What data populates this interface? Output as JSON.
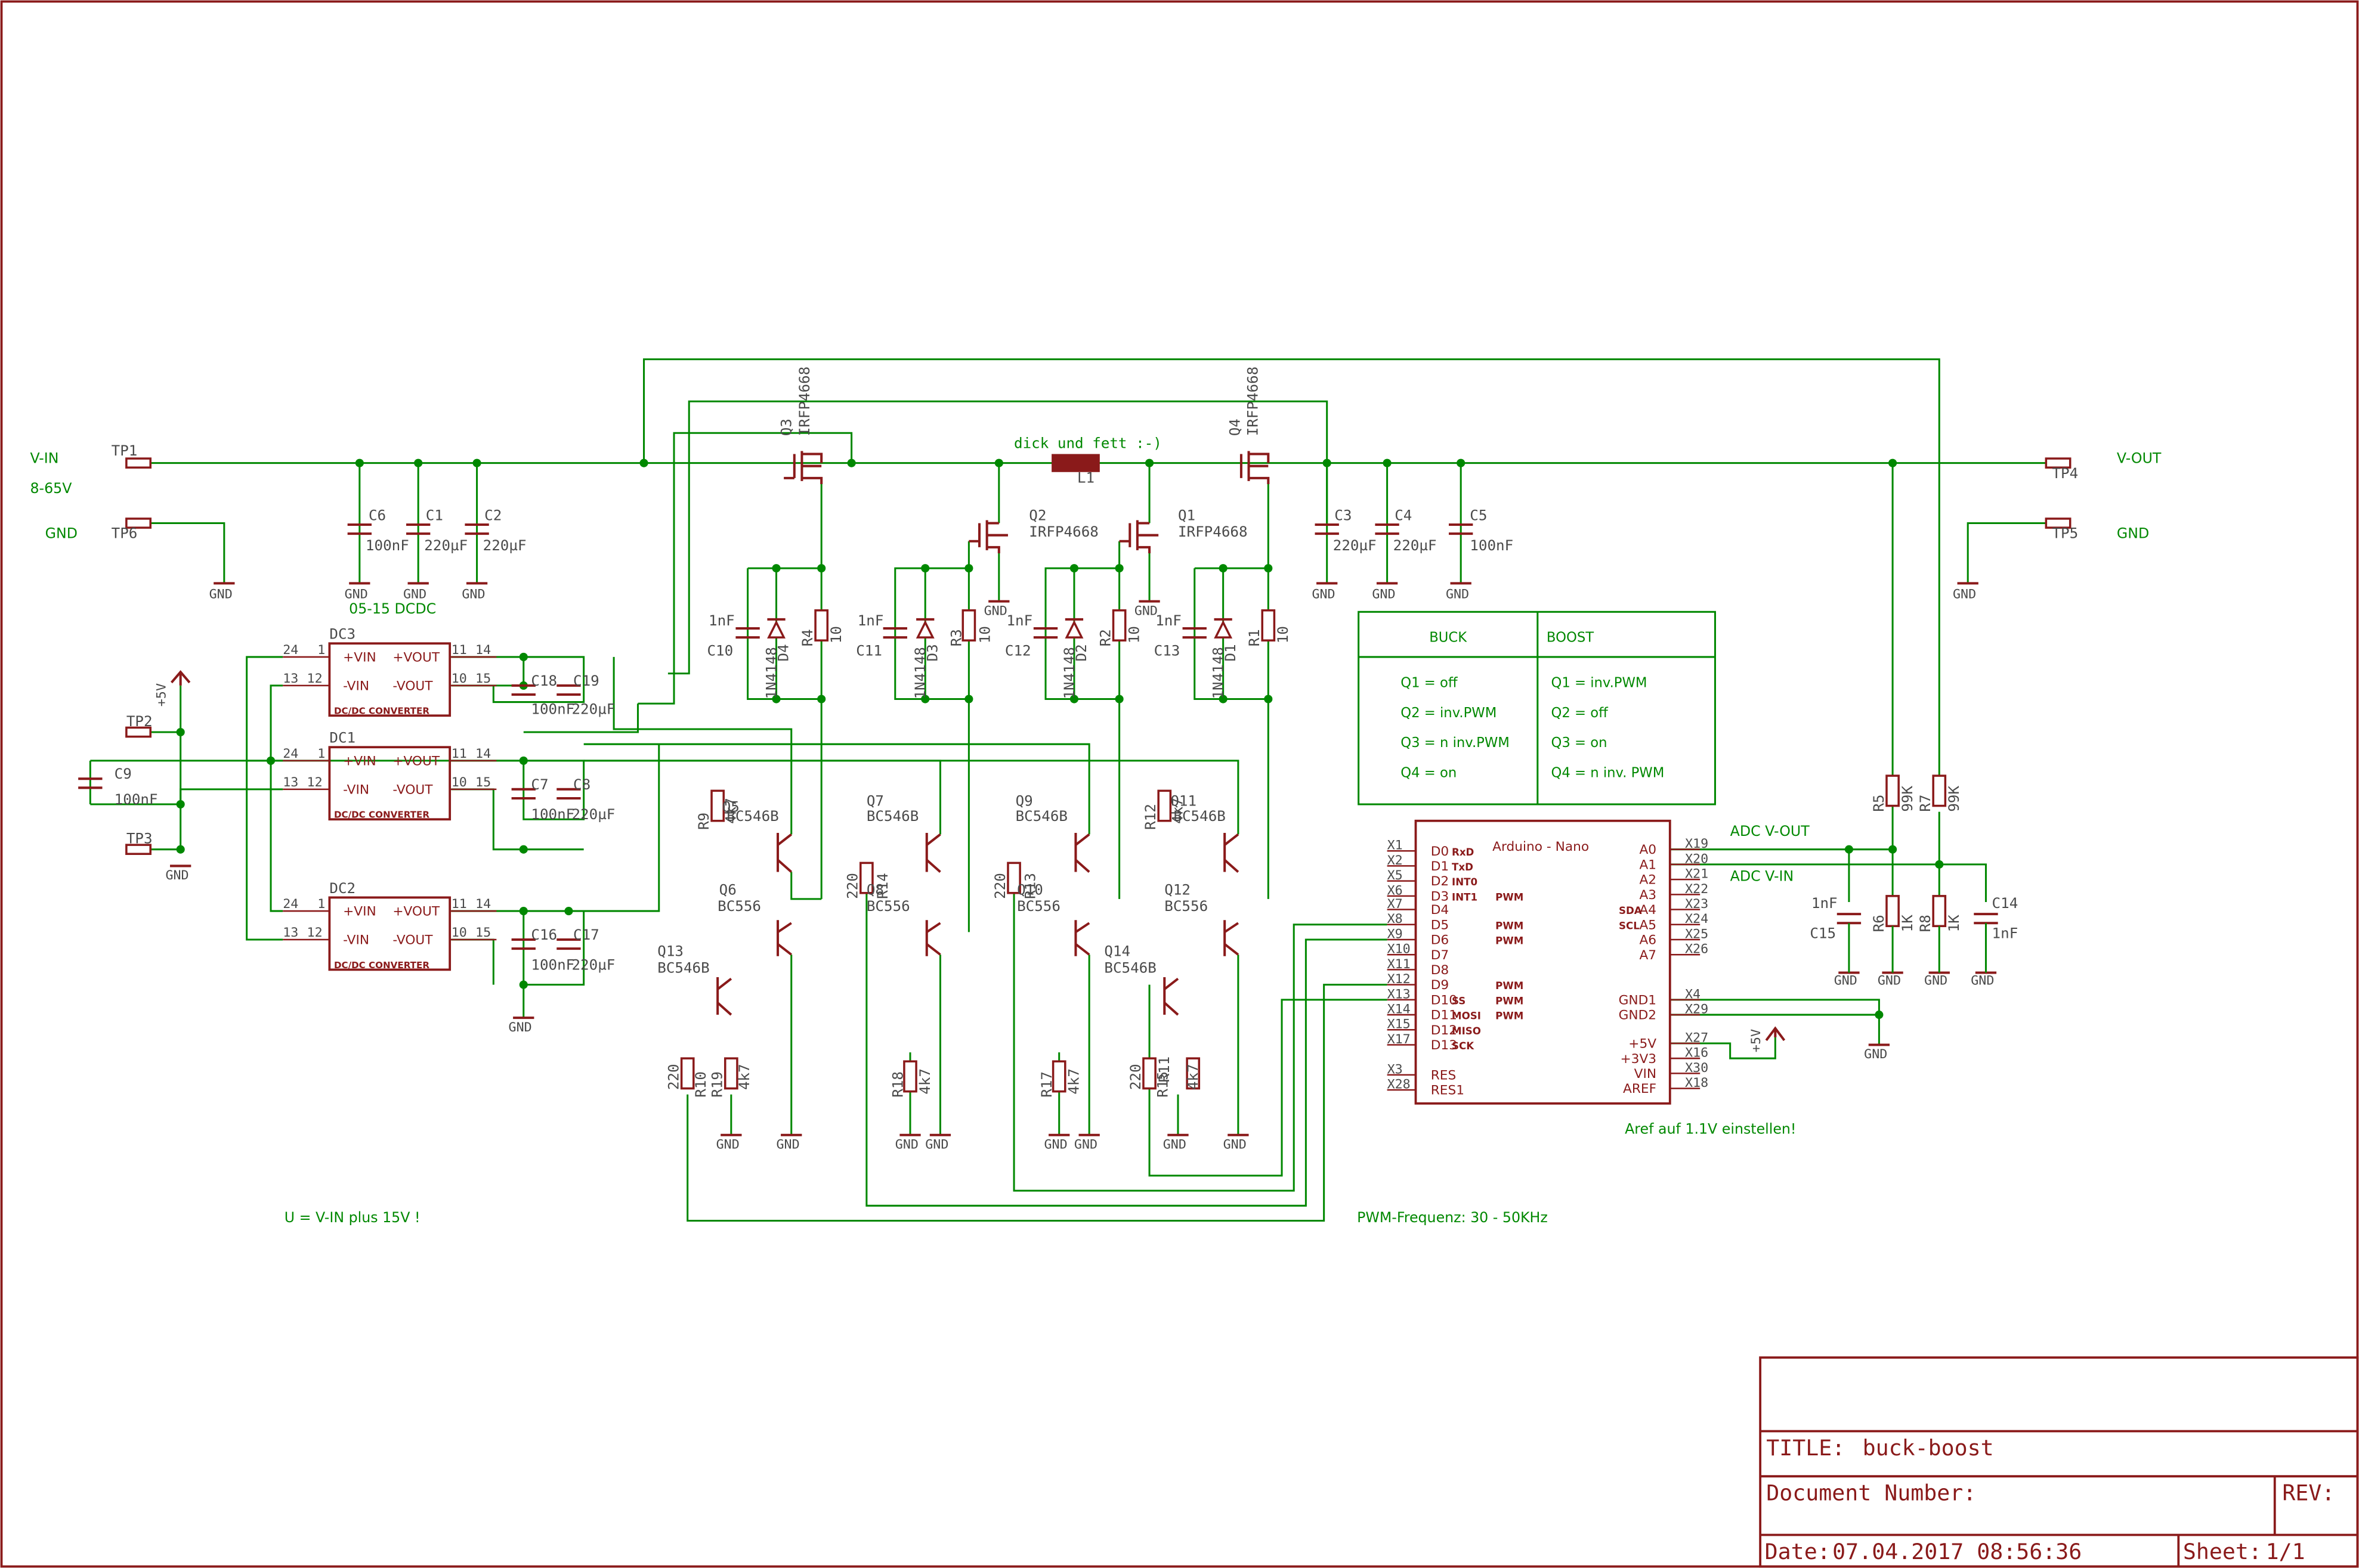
{
  "nets": {
    "vin": "V-IN",
    "vin_range": "8-65V",
    "gnd_left": "GND",
    "vout": "V-OUT",
    "gnd_right": "GND",
    "adc_vout": "ADC V-OUT",
    "adc_vin": "ADC V-IN",
    "plus5v": "+5V"
  },
  "testpoints": [
    "TP1",
    "TP2",
    "TP3",
    "TP4",
    "TP5",
    "TP6"
  ],
  "inductor": {
    "name": "L1",
    "note": "dick und fett :-)"
  },
  "mosfets": [
    {
      "name": "Q3",
      "type": "IRFP4668"
    },
    {
      "name": "Q4",
      "type": "IRFP4668"
    },
    {
      "name": "Q2",
      "type": "IRFP4668"
    },
    {
      "name": "Q1",
      "type": "IRFP4668"
    }
  ],
  "capacitors_input": [
    {
      "name": "C6",
      "value": "100nF"
    },
    {
      "name": "C1",
      "value": "220µF"
    },
    {
      "name": "C2",
      "value": "220µF"
    }
  ],
  "capacitors_output": [
    {
      "name": "C3",
      "value": "220µF"
    },
    {
      "name": "C4",
      "value": "220µF"
    },
    {
      "name": "C5",
      "value": "100nF"
    }
  ],
  "gate_networks": [
    {
      "cap": "C10",
      "cval": "1nF",
      "diode": "D4",
      "dtype": "1N4148",
      "res": "R4",
      "rval": "10"
    },
    {
      "cap": "C11",
      "cval": "1nF",
      "diode": "D3",
      "dtype": "1N4148",
      "res": "R3",
      "rval": "10"
    },
    {
      "cap": "C12",
      "cval": "1nF",
      "diode": "D2",
      "dtype": "1N4148",
      "res": "R2",
      "rval": "10"
    },
    {
      "cap": "C13",
      "cval": "1nF",
      "diode": "D1",
      "dtype": "1N4148",
      "res": "R1",
      "rval": "10"
    }
  ],
  "dcdc": {
    "group_label": "05-15 DCDC",
    "blocks": [
      {
        "name": "DC3",
        "label": "DC/DC CONVERTER"
      },
      {
        "name": "DC1",
        "label": "DC/DC CONVERTER"
      },
      {
        "name": "DC2",
        "label": "DC/DC CONVERTER"
      }
    ],
    "pin_vin_p": "+VIN",
    "pin_vin_n": "-VIN",
    "pin_vout_p": "+VOUT",
    "pin_vout_n": "-VOUT",
    "pins": {
      "p24": "24",
      "p1": "1",
      "p13": "13",
      "p12": "12",
      "p11": "11",
      "p14": "14",
      "p10": "10",
      "p15": "15"
    },
    "caps": [
      {
        "name": "C18",
        "value": "100nF"
      },
      {
        "name": "C19",
        "value": "220µF"
      },
      {
        "name": "C7",
        "value": "100nF"
      },
      {
        "name": "C8",
        "value": "220µF"
      },
      {
        "name": "C16",
        "value": "100nF"
      },
      {
        "name": "C17",
        "value": "220µF"
      }
    ]
  },
  "c9": {
    "name": "C9",
    "value": "100nF"
  },
  "drivers": {
    "npn_type": "BC546B",
    "pnp_type": "BC556",
    "stages": [
      {
        "npn": "Q5",
        "pnp": "Q6",
        "rb": "R9",
        "rbv": "4k7"
      },
      {
        "npn": "Q7",
        "pnp": "Q8",
        "rb": "R14",
        "rbv": "220"
      },
      {
        "npn": "Q9",
        "pnp": "Q10",
        "rb": "R13",
        "rbv": "220"
      },
      {
        "npn": "Q11",
        "pnp": "Q12",
        "rb": "R12",
        "rbv": "4k7"
      }
    ],
    "inverters": [
      {
        "name": "Q13",
        "type": "BC546B",
        "r1": "R10",
        "r1v": "220",
        "r2": "R19",
        "r2v": "4k7"
      },
      {
        "name": "Q14",
        "type": "BC546B",
        "r1": "R15",
        "r1v": "220",
        "r2": "R11",
        "r2v": "4k7"
      }
    ],
    "pulldowns": [
      {
        "name": "R18",
        "value": "4k7"
      },
      {
        "name": "R17",
        "value": "4k7"
      }
    ]
  },
  "mode_table": {
    "headers": [
      "BUCK",
      "BOOST"
    ],
    "rows": [
      [
        "Q1 = off",
        "Q1 = inv.PWM"
      ],
      [
        "Q2 = inv.PWM",
        "Q2 = off"
      ],
      [
        "Q3 = n inv.PWM",
        "Q3 = on"
      ],
      [
        "Q4 = on",
        "Q4 = n inv. PWM"
      ]
    ]
  },
  "arduino": {
    "title": "Arduino - Nano",
    "left_pins": [
      {
        "x": "X1",
        "name": "D0",
        "fn": "RxD",
        "pwm": ""
      },
      {
        "x": "X2",
        "name": "D1",
        "fn": "TxD",
        "pwm": ""
      },
      {
        "x": "X5",
        "name": "D2",
        "fn": "INT0",
        "pwm": ""
      },
      {
        "x": "X6",
        "name": "D3",
        "fn": "INT1",
        "pwm": "PWM"
      },
      {
        "x": "X7",
        "name": "D4",
        "fn": "",
        "pwm": ""
      },
      {
        "x": "X8",
        "name": "D5",
        "fn": "",
        "pwm": "PWM"
      },
      {
        "x": "X9",
        "name": "D6",
        "fn": "",
        "pwm": "PWM"
      },
      {
        "x": "X10",
        "name": "D7",
        "fn": "",
        "pwm": ""
      },
      {
        "x": "X11",
        "name": "D8",
        "fn": "",
        "pwm": ""
      },
      {
        "x": "X12",
        "name": "D9",
        "fn": "",
        "pwm": "PWM"
      },
      {
        "x": "X13",
        "name": "D10",
        "fn": "SS",
        "pwm": "PWM"
      },
      {
        "x": "X14",
        "name": "D11",
        "fn": "MOSI",
        "pwm": "PWM"
      },
      {
        "x": "X15",
        "name": "D12",
        "fn": "MISO",
        "pwm": ""
      },
      {
        "x": "X17",
        "name": "D13",
        "fn": "SCK",
        "pwm": ""
      },
      {
        "x": "X3",
        "name": "RES",
        "fn": "",
        "pwm": ""
      },
      {
        "x": "X28",
        "name": "RES1",
        "fn": "",
        "pwm": ""
      }
    ],
    "right_pins": [
      {
        "x": "X19",
        "name": "A0",
        "fn": ""
      },
      {
        "x": "X20",
        "name": "A1",
        "fn": ""
      },
      {
        "x": "X21",
        "name": "A2",
        "fn": ""
      },
      {
        "x": "X22",
        "name": "A3",
        "fn": ""
      },
      {
        "x": "X23",
        "name": "A4",
        "fn": "SDA"
      },
      {
        "x": "X24",
        "name": "A5",
        "fn": "SCL"
      },
      {
        "x": "X25",
        "name": "A6",
        "fn": ""
      },
      {
        "x": "X26",
        "name": "A7",
        "fn": ""
      },
      {
        "x": "X4",
        "name": "GND1",
        "fn": ""
      },
      {
        "x": "X29",
        "name": "GND2",
        "fn": ""
      },
      {
        "x": "X27",
        "name": "+5V",
        "fn": ""
      },
      {
        "x": "X16",
        "name": "+3V3",
        "fn": ""
      },
      {
        "x": "X30",
        "name": "VIN",
        "fn": ""
      },
      {
        "x": "X18",
        "name": "AREF",
        "fn": ""
      }
    ]
  },
  "divider": [
    {
      "name": "R5",
      "value": "99K"
    },
    {
      "name": "R7",
      "value": "99K"
    },
    {
      "name": "R6",
      "value": "1K"
    },
    {
      "name": "R8",
      "value": "1K"
    },
    {
      "name": "C15",
      "value": "1nF"
    },
    {
      "name": "C14",
      "value": "1nF"
    }
  ],
  "notes": {
    "aref": "Aref auf 1.1V einstellen!",
    "pwm_freq": "PWM-Frequenz: 30 - 50KHz",
    "u_note": "U = V-IN plus 15V !"
  },
  "title_block": {
    "title_label": "TITLE:",
    "title": "buck-boost",
    "docnum_label": "Document Number:",
    "rev_label": "REV:",
    "date_label": "Date:",
    "date": "07.04.2017 08:56:36",
    "sheet_label": "Sheet:",
    "sheet": "1/1"
  }
}
